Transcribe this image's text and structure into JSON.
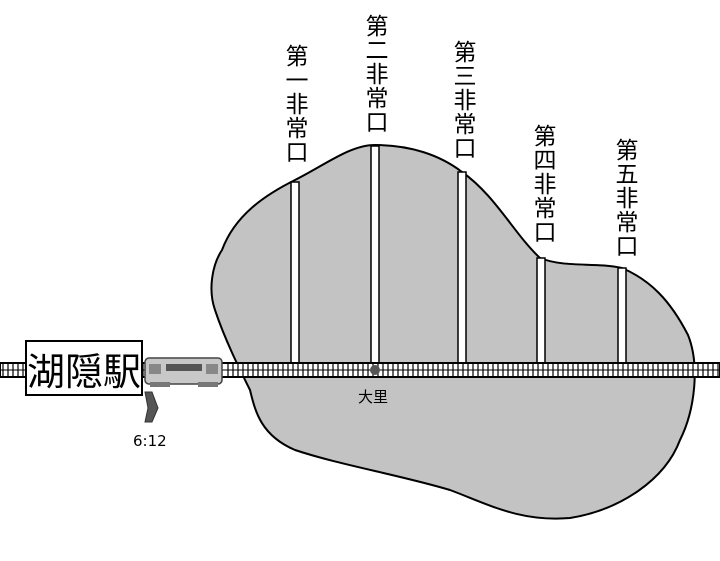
{
  "station": "湖隠駅",
  "time": "6:12",
  "stop": "大里",
  "exits": [
    "第一非常口",
    "第二非常口",
    "第三非常口",
    "第四非常口",
    "第五非常口"
  ],
  "colors": {
    "mountain": "#c3c3c3",
    "track": "#000000",
    "marker": "#555555"
  }
}
